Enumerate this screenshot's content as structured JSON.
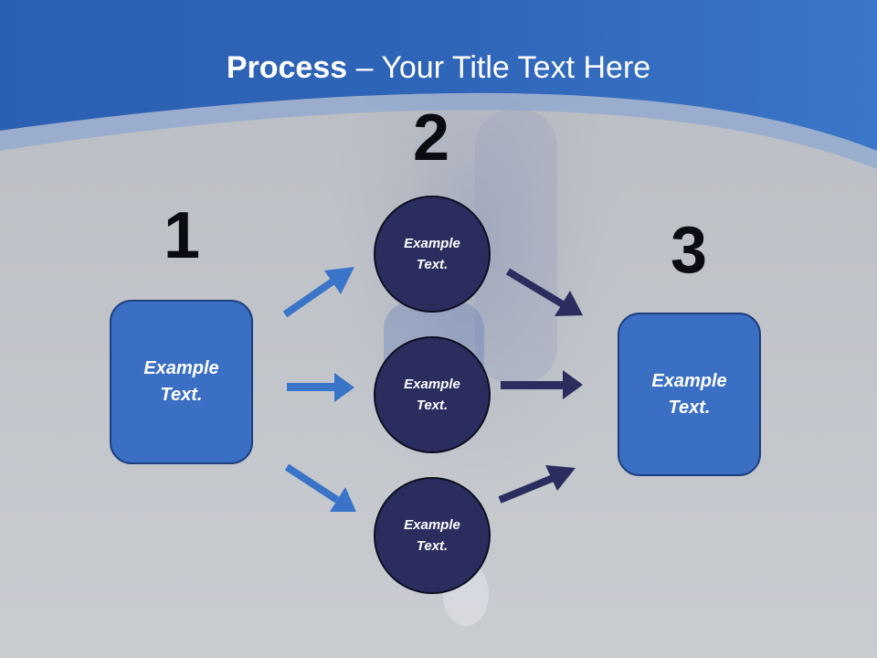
{
  "title": {
    "bold": "Process",
    "rest": " – Your Title Text Here"
  },
  "steps": {
    "1": {
      "number": "1",
      "text": "Example Text."
    },
    "2": {
      "number": "2",
      "items": [
        "Example Text.",
        "Example Text.",
        "Example Text."
      ]
    },
    "3": {
      "number": "3",
      "text": "Example Text."
    }
  },
  "colors": {
    "header_blue": "#2e63b6",
    "box_blue": "#3a6fc4",
    "circle_navy": "#2b2d5f",
    "arrow_left": "#3a74c8",
    "arrow_right": "#2b2d5f",
    "background_gray": "#c3c6cb"
  }
}
